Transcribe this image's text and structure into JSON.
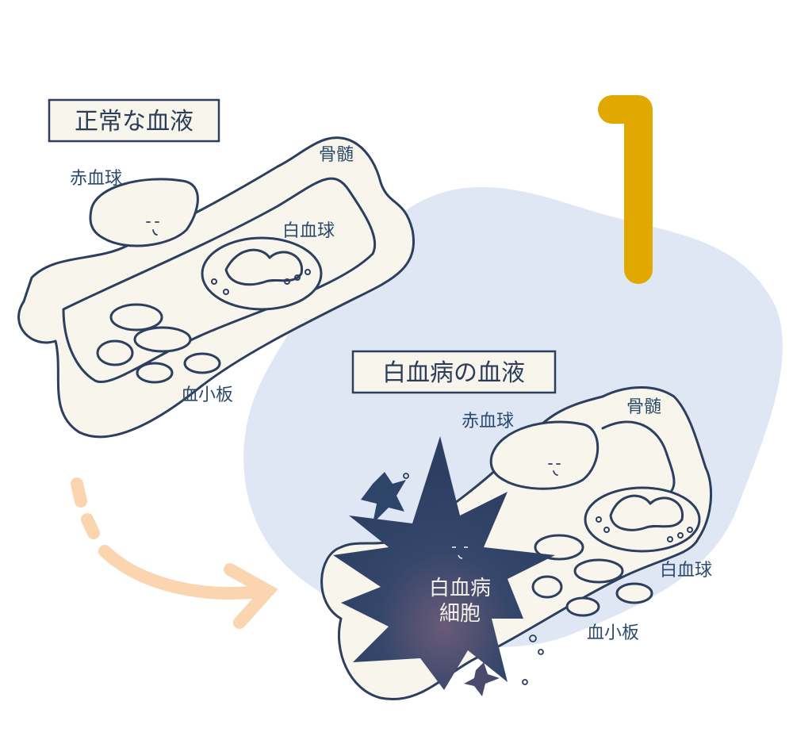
{
  "step_number": "1",
  "normal": {
    "title": "正常な血液",
    "labels": {
      "red_blood_cell": "赤血球",
      "bone_marrow": "骨髄",
      "white_blood_cell": "白血球",
      "platelet": "血小板"
    }
  },
  "leukemia": {
    "title": "白血病の血液",
    "labels": {
      "red_blood_cell": "赤血球",
      "bone_marrow": "骨髄",
      "white_blood_cell": "白血球",
      "platelet": "血小板",
      "leukemia_cell_line1": "白血病",
      "leukemia_cell_line2": "細胞"
    }
  },
  "colors": {
    "background_blob": "#dfe7f4",
    "bone_fill": "#f8f5ec",
    "outline": "#2c3f5e",
    "accent_number": "#e0a800",
    "arrow": "#fbd5b0",
    "leukemia_cell": "#2e4468"
  }
}
